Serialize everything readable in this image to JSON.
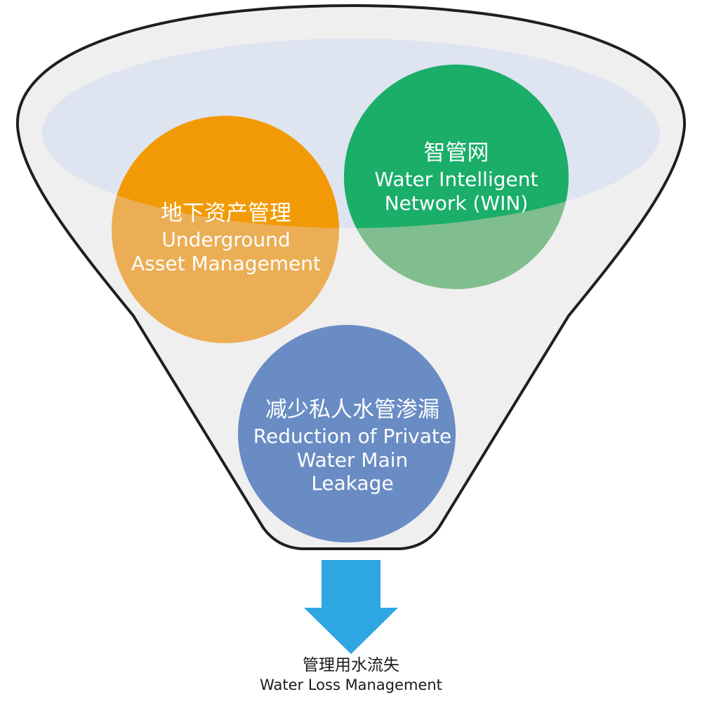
{
  "diagram": {
    "title": "Water Loss Management funnel",
    "colors": {
      "funnel_fill": "#efefef",
      "funnel_stroke": "#1f1f1f",
      "funnel_opening": "#dfe4f1",
      "underground": "#f29a05",
      "win": "#1aae69",
      "leakage": "#6a8cc4",
      "arrow": "#2ea6e2"
    },
    "nodes": [
      {
        "id": "underground",
        "label_zh": "地下资产管理",
        "label_en_line1": "Underground",
        "label_en_line2": "Asset Management",
        "color": "#f29a05"
      },
      {
        "id": "win",
        "label_zh": "智管网",
        "label_en_line1": "Water Intelligent",
        "label_en_line2": "Network (WIN)",
        "color": "#1aae69"
      },
      {
        "id": "leakage",
        "label_zh": "减少私人水管渗漏",
        "label_en_line1": "Reduction of Private",
        "label_en_line2": "Water Main",
        "label_en_line3": "Leakage",
        "color": "#6a8cc4"
      }
    ],
    "output": {
      "label_zh": "管理用水流失",
      "label_en": "Water Loss Management"
    }
  }
}
